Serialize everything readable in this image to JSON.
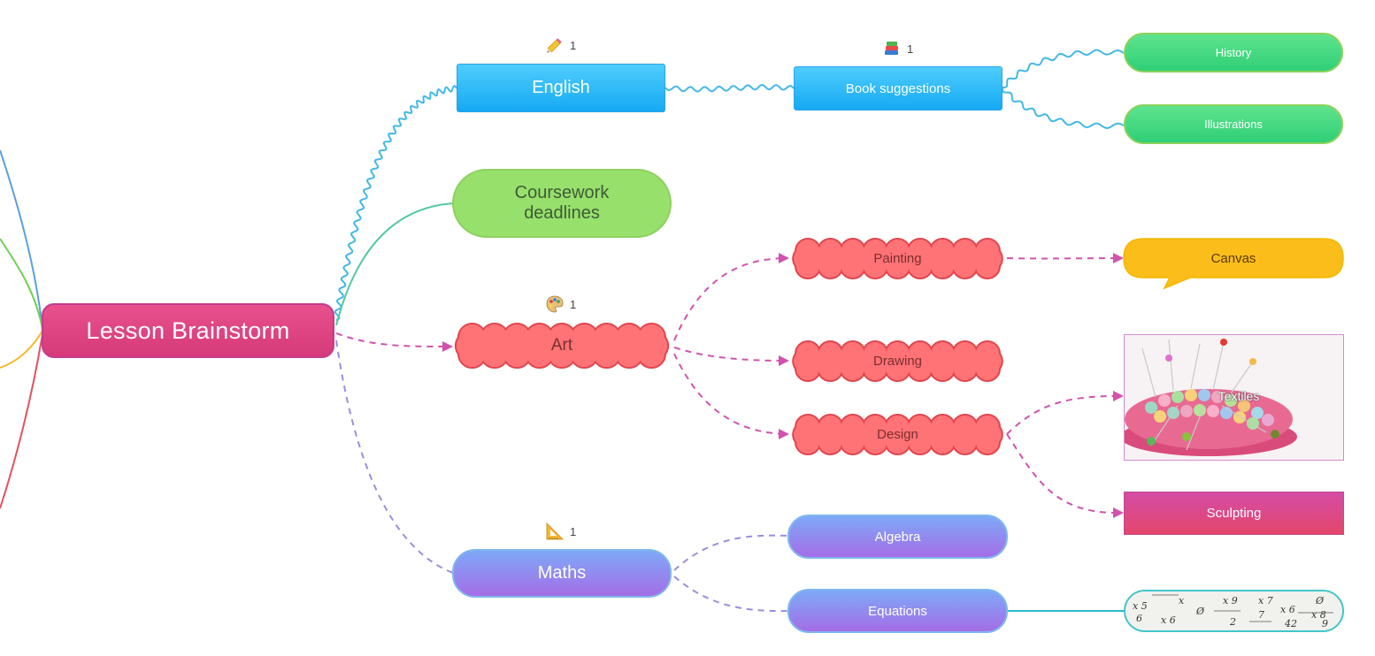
{
  "colors": {
    "central": "#e0468a",
    "english_branch": "#43b8e5",
    "coursework_branch": "#54c7a5",
    "art_branch": "#d153ad",
    "maths_branch": "#9a8ee0",
    "cloud_fill": "#ff7276",
    "cloud_stroke": "#e0454d",
    "canvas_fill": "#fbbd19",
    "equations_link": "#2bbdc6"
  },
  "central": {
    "label": "Lesson Brainstorm"
  },
  "english": {
    "label": "English",
    "badge_icon": "pencil-icon",
    "badge_count": "1",
    "book_suggestions": {
      "label": "Book suggestions",
      "badge_icon": "books-icon",
      "badge_count": "1"
    },
    "history": {
      "label": "History"
    },
    "illustrations": {
      "label": "Illustrations"
    }
  },
  "coursework": {
    "label": "Coursework deadlines"
  },
  "art": {
    "label": "Art",
    "badge_icon": "palette-icon",
    "badge_count": "1",
    "painting": {
      "label": "Painting"
    },
    "canvas": {
      "label": "Canvas"
    },
    "drawing": {
      "label": "Drawing"
    },
    "design": {
      "label": "Design"
    },
    "textiles": {
      "label": "Textiles"
    },
    "sculpting": {
      "label": "Sculpting"
    }
  },
  "maths": {
    "label": "Maths",
    "badge_icon": "set-square-icon",
    "badge_count": "1",
    "algebra": {
      "label": "Algebra"
    },
    "equations": {
      "label": "Equations"
    }
  }
}
